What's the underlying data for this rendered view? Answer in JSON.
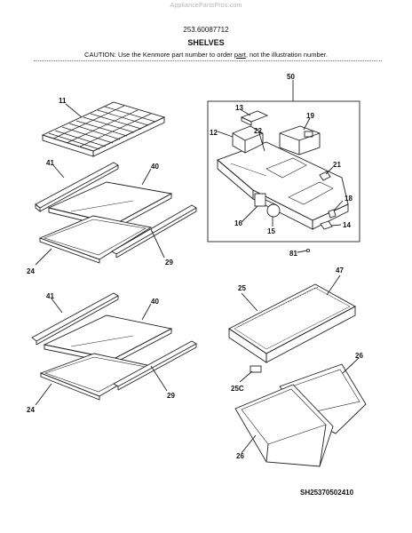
{
  "watermark": "AppliancePartsPros.com",
  "header": {
    "part_number": "253.60087712",
    "title": "SHELVES",
    "caution_before": "CAUTION: Use the Kenmore part number to order ",
    "caution_link": "part",
    "caution_after": ", not the illustration number."
  },
  "callouts": {
    "c11": "11",
    "c41a": "41",
    "c40a": "40",
    "c24a": "24",
    "c29a": "29",
    "c50": "50",
    "c13": "13",
    "c12": "12",
    "c22": "22",
    "c19": "19",
    "c21": "21",
    "c18": "18",
    "c16": "16",
    "c15": "15",
    "c14": "14",
    "c81": "81",
    "c41b": "41",
    "c40b": "40",
    "c24b": "24",
    "c29b": "29",
    "c25": "25",
    "c47": "47",
    "c26a": "26",
    "c25c": "25C",
    "c26b": "26"
  },
  "diagram_code": "SH25370502410"
}
